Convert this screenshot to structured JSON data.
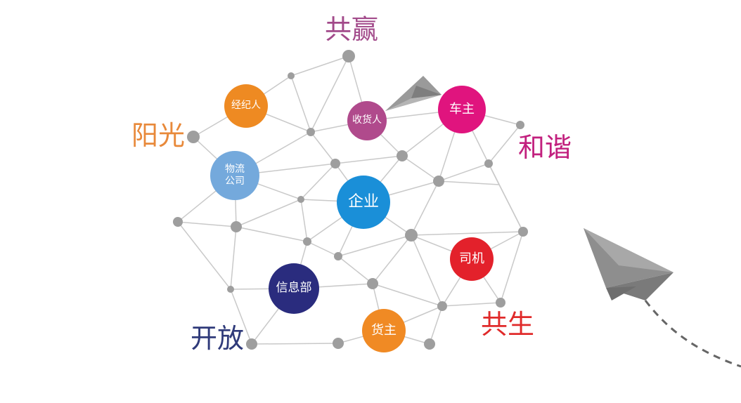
{
  "keywords": {
    "gongying": {
      "text": "共赢",
      "color": "#a24a8a"
    },
    "yangguang": {
      "text": "阳光",
      "color": "#e8893a"
    },
    "hexie": {
      "text": "和谐",
      "color": "#c2207e"
    },
    "kaifang": {
      "text": "开放",
      "color": "#2f3a7a"
    },
    "gongsheng": {
      "text": "共生",
      "color": "#e02a2a"
    }
  },
  "roles": {
    "jingjiren": {
      "text": "经纪人",
      "color": "#ee8a22"
    },
    "shouhuoren": {
      "text": "收货人",
      "color": "#b04a8c"
    },
    "chezhu": {
      "text": "车主",
      "color": "#e0147e"
    },
    "wuliu": {
      "line1": "物流",
      "line2": "公司",
      "color": "#74a9dc"
    },
    "qiye": {
      "text": "企业",
      "color": "#1a8fd8"
    },
    "siji": {
      "text": "司机",
      "color": "#e3212b"
    },
    "xinxibu": {
      "text": "信息部",
      "color": "#2a2c7e"
    },
    "huozhu": {
      "text": "货主",
      "color": "#f08a24"
    }
  },
  "colors": {
    "network_line": "#c9c9c9",
    "network_dot": "#9e9e9e",
    "plane": "#8a8a8a",
    "dash": "#666666"
  }
}
